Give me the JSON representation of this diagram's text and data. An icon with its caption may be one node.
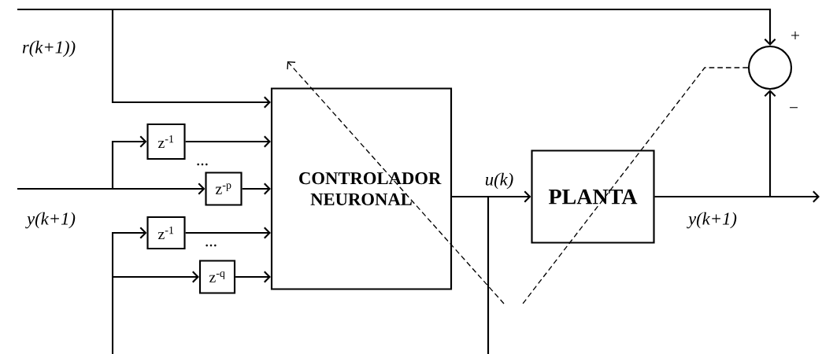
{
  "diagram": {
    "nodes": [
      {
        "text": [
          "CONTROLADOR NEURONAL"
        ]
      },
      {
        "text": [
          "z$^{-1}$"
        ]
      },
      {
        "text": [
          "z$^{-p}$"
        ]
      },
      {
        "text": [
          "z$^{-1}$"
        ]
      },
      {
        "text": [
          "z$^{-q}$"
        ]
      },
      {
        "text": [
          "PLANTA"
        ]
      },
      {
        "text": [],
        "shape": "circle"
      }
    ],
    "edges": [
      {
        "from": null,
        "to": 6,
        "arrow": "to"
      },
      {
        "from": null,
        "to": 0,
        "arrow": "to"
      },
      {
        "from": null,
        "to": 1,
        "arrow": "to"
      },
      {
        "from": null,
        "to": 2,
        "arrow": "to"
      },
      {
        "from": 1,
        "to": 0,
        "arrow": "to"
      },
      {
        "from": 2,
        "to": 0,
        "arrow": "to"
      },
      {
        "from": null,
        "to": 3,
        "arrow": "to"
      },
      {
        "from": null,
        "to": 4,
        "arrow": "to"
      },
      {
        "from": 3,
        "to": 0,
        "arrow": "to"
      },
      {
        "from": 4,
        "to": 0,
        "arrow": "to"
      },
      {
        "from": 0,
        "to": 5,
        "arrow": "to"
      },
      {
        "from": 0,
        "to": null,
        "arrow": "none"
      },
      {
        "from": 5,
        "to": null,
        "arrow": "to"
      },
      {
        "from": 5,
        "to": 6,
        "arrow": "to"
      },
      {
        "from": 6,
        "to": null,
        "arrow": "to",
        "style": "dashed"
      }
    ],
    "labels": [
      "+",
      "r(k+1))",
      "−",
      "...",
      "u(k)",
      "y(k+1)",
      "y(k+1)",
      "..."
    ]
  }
}
